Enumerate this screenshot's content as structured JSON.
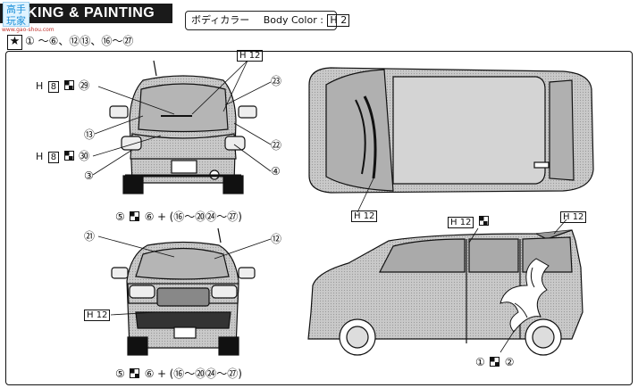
{
  "header": {
    "banner_text": "KING & PAINTING",
    "body_color_ja": "ボディカラー",
    "body_color_en": "Body Color :",
    "body_color_code": "H 2",
    "steps": "① 〜⑥、⑫⑬、⑯〜㉗",
    "star_icon": "★"
  },
  "watermark": {
    "logo": "高手玩家",
    "url": "www.gao-shou.com"
  },
  "colors": {
    "line": "#111111",
    "body_gray": "#c8c8c8",
    "glass": "#bdbdbd"
  },
  "rear_view": {
    "labels": [
      "H",
      "8",
      "㉙",
      "⑬",
      "H",
      "8",
      "㉚",
      "③",
      "⑤",
      "⑥",
      "+",
      "(⑯〜⑳㉔〜㉗)",
      "H 12",
      "㉓",
      "㉒",
      "④"
    ]
  },
  "top_view": {
    "labels": [
      "H 12"
    ]
  },
  "front_view": {
    "labels": [
      "㉑",
      "⑫",
      "H 12",
      "⑤",
      "⑥",
      "+",
      "(⑯〜⑳㉔〜㉗)"
    ]
  },
  "side_view": {
    "labels": [
      "H 12",
      "H 12",
      "①",
      "②"
    ]
  }
}
